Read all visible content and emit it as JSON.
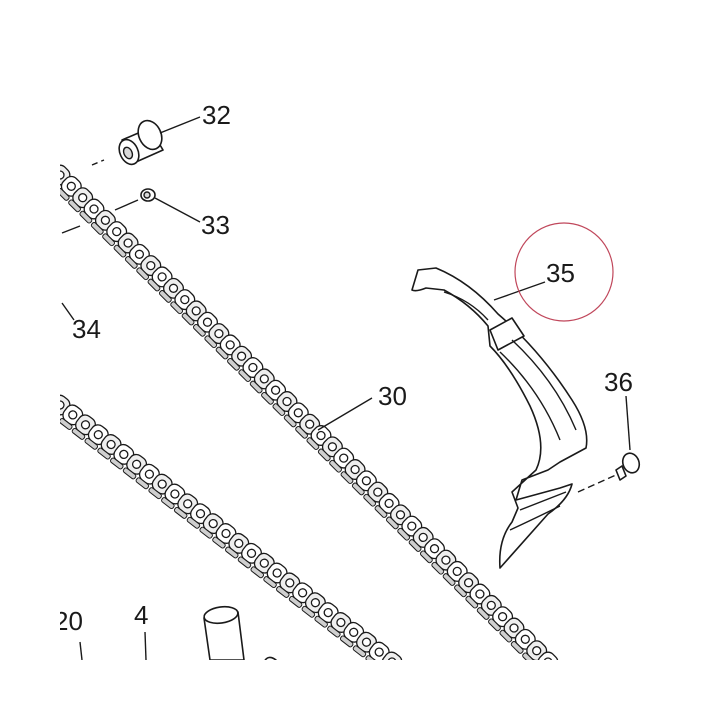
{
  "callouts": [
    {
      "id": "c32",
      "label": "32"
    },
    {
      "id": "c33",
      "label": "33"
    },
    {
      "id": "c34",
      "label": "34"
    },
    {
      "id": "c35",
      "label": "35"
    },
    {
      "id": "c30",
      "label": "30"
    },
    {
      "id": "c36",
      "label": "36"
    },
    {
      "id": "c20",
      "label": "20"
    },
    {
      "id": "c4",
      "label": "4"
    }
  ],
  "highlight": {
    "color": "#c0475b",
    "target": "35"
  },
  "line_color": "#1a1a1a"
}
